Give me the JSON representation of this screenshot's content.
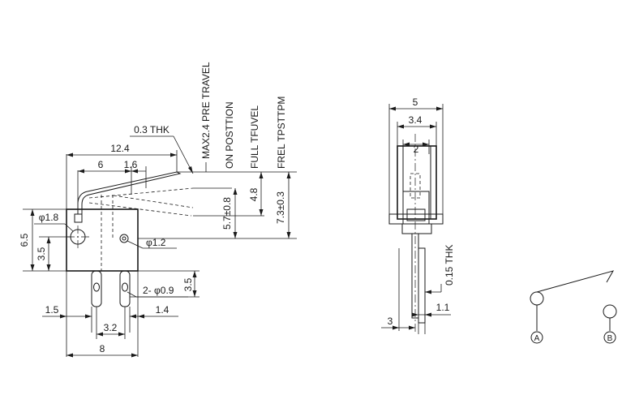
{
  "left_view": {
    "dim_length": "12.4",
    "dim_lever_offset": "6",
    "dim_step": "1.6",
    "dim_height": "6.5",
    "dim_hole_height": "3.5",
    "dim_hole_dia": "φ1.8",
    "dim_rivet_dia": "φ1.2",
    "dim_pin_hole": "2- φ0.9",
    "dim_pin_length": "3.5",
    "dim_pin_offset_left": "1.5",
    "dim_pin_offset_right": "1.4",
    "dim_pin_pitch": "3.2",
    "dim_width": "8",
    "lever_thickness": "0.3 THK",
    "label_max_pre_travel": "MAX2.4 PRE TRAVEL",
    "label_on_position": "ON POSTTION",
    "label_full_travel": "FULL TFUVEL",
    "label_free_position": "FREL TPSTTPM",
    "dim_on_position": "5.7±0.8",
    "dim_full_travel": "4.8",
    "dim_free_position": "7.3±0.3"
  },
  "side_view": {
    "dim_width": "5",
    "dim_inner": "3.4",
    "dim_core": "2",
    "terminal_thickness": "0.15 THK",
    "dim_offset": "3",
    "dim_terminal": "1.1"
  },
  "schematic": {
    "terminal_a": "A",
    "terminal_b": "B"
  }
}
